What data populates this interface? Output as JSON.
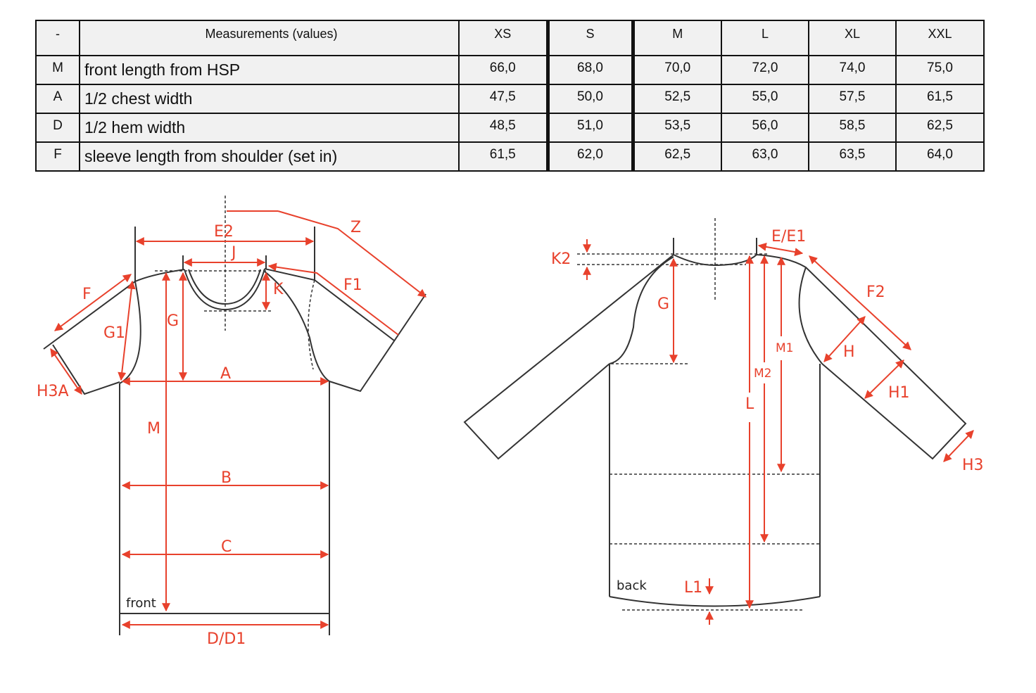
{
  "table": {
    "headers": [
      "-",
      "Measurements (values)",
      "XS",
      "S",
      "M",
      "L",
      "XL",
      "XXL"
    ],
    "rows": [
      {
        "code": "M",
        "label": "front length from HSP",
        "values": [
          "66,0",
          "68,0",
          "70,0",
          "72,0",
          "74,0",
          "75,0"
        ]
      },
      {
        "code": "A",
        "label": "1/2 chest width",
        "values": [
          "47,5",
          "50,0",
          "52,5",
          "55,0",
          "57,5",
          "61,5"
        ]
      },
      {
        "code": "D",
        "label": "1/2 hem width",
        "values": [
          "48,5",
          "51,0",
          "53,5",
          "56,0",
          "58,5",
          "62,5"
        ]
      },
      {
        "code": "F",
        "label": "sleeve length from shoulder (set in)",
        "values": [
          "61,5",
          "62,0",
          "62,5",
          "63,0",
          "63,5",
          "64,0"
        ]
      }
    ]
  },
  "front": {
    "caption": "front",
    "labels": {
      "E2": "E2",
      "J": "J",
      "Z": "Z",
      "F": "F",
      "F1": "F1",
      "K": "K",
      "G": "G",
      "G1": "G1",
      "H3A": "H3A",
      "A": "A",
      "M": "M",
      "B": "B",
      "C": "C",
      "D": "D/D1"
    }
  },
  "back": {
    "caption": "back",
    "labels": {
      "K2": "K2",
      "E": "E/E1",
      "G": "G",
      "F2": "F2",
      "H": "H",
      "H1": "H1",
      "M1": "M1",
      "M2": "M2",
      "L": "L",
      "H3": "H3",
      "L1": "L1"
    }
  },
  "colors": {
    "accent": "#e8412c",
    "outline": "#333333"
  }
}
